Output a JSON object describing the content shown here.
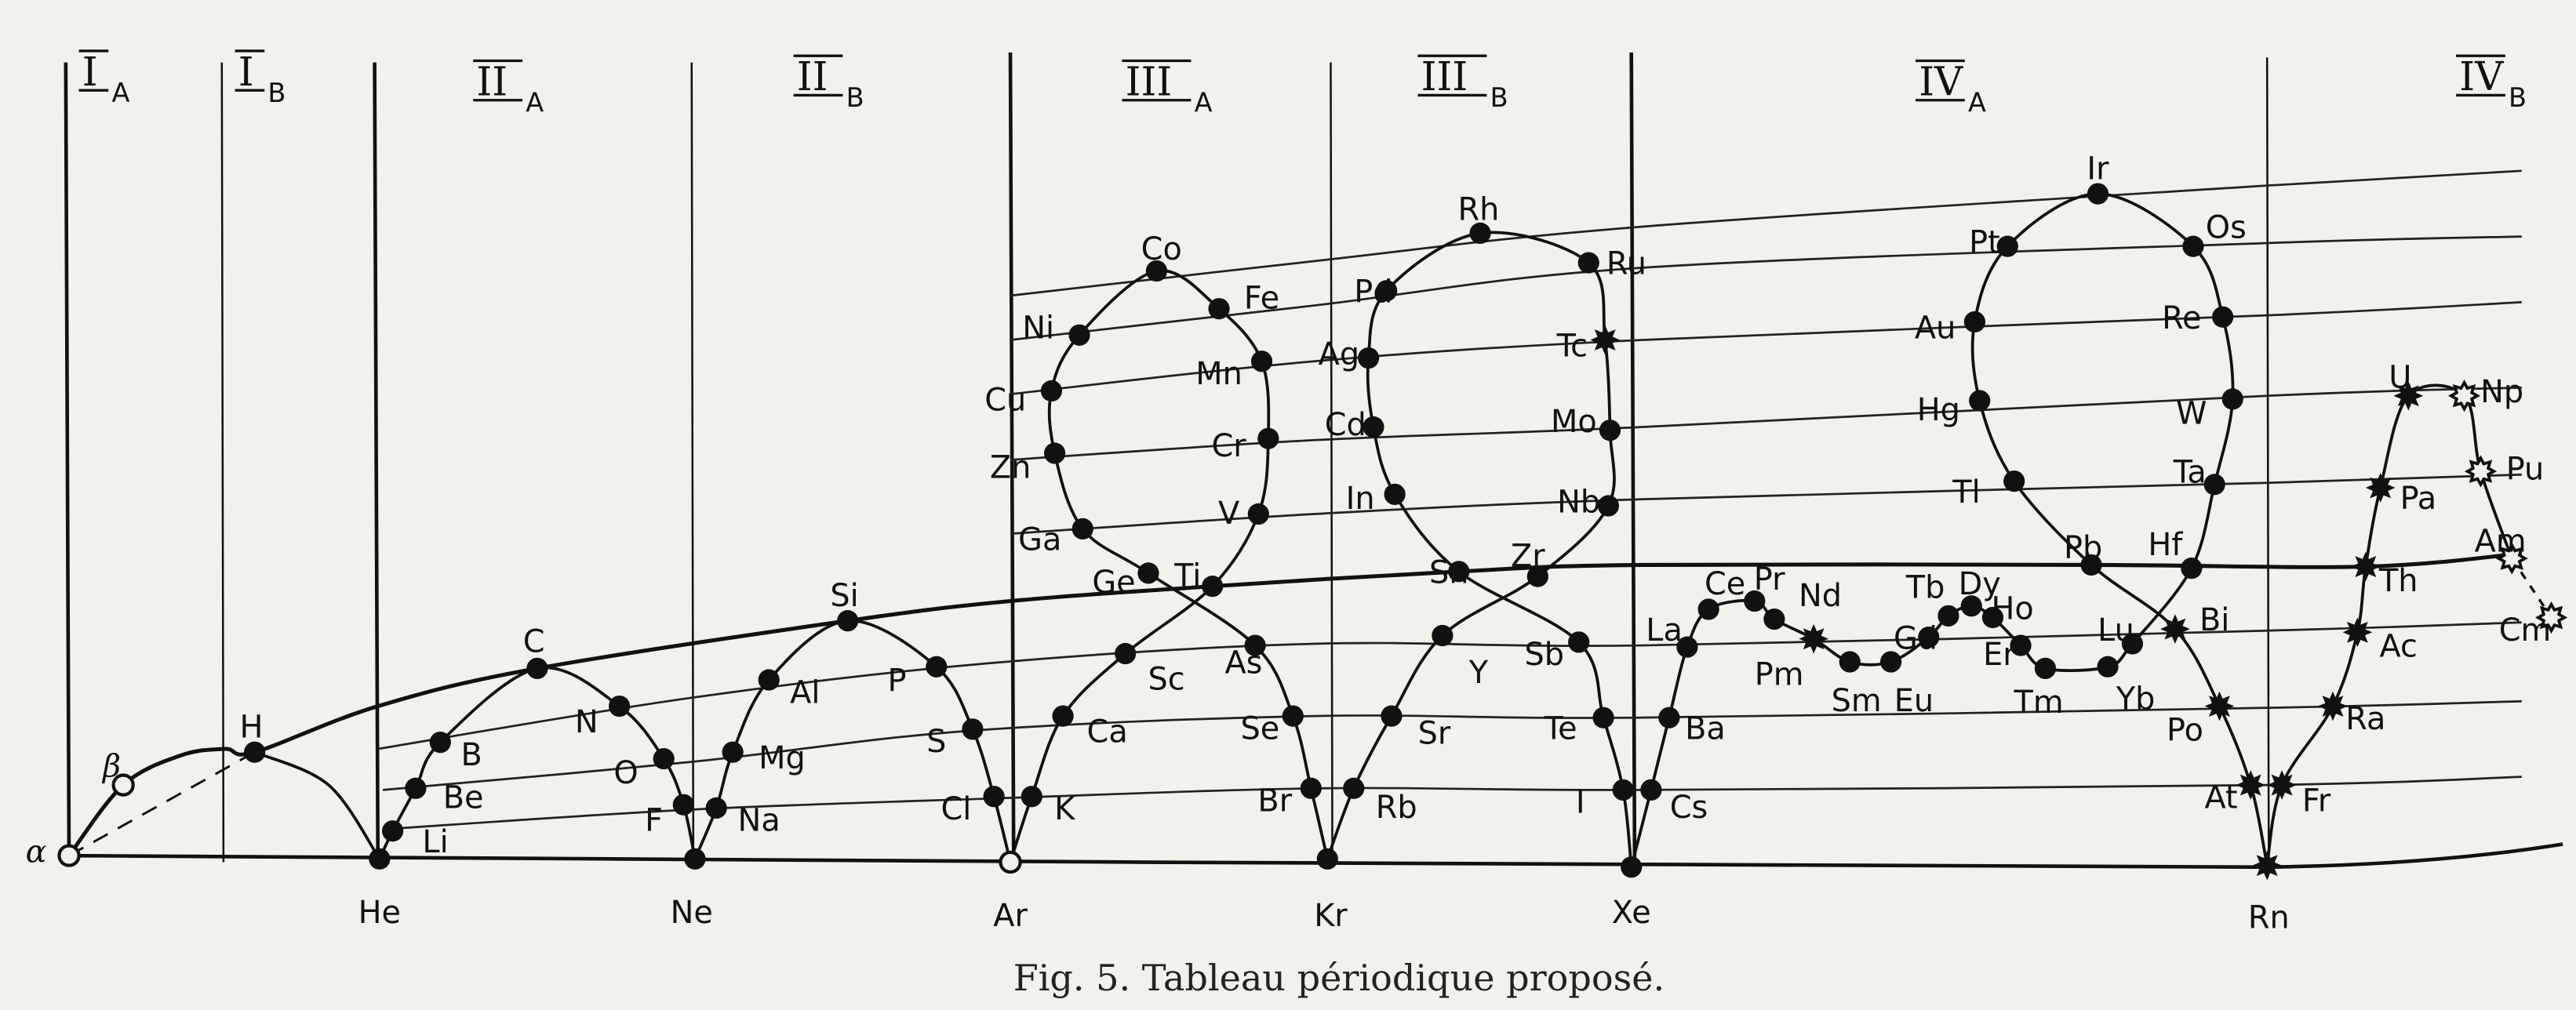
{
  "caption": "Fig. 5.    Tableau périodique proposé.",
  "groups": [
    {
      "numeral": "I",
      "sub": "A"
    },
    {
      "numeral": "I",
      "sub": "B"
    },
    {
      "numeral": "II",
      "sub": "A"
    },
    {
      "numeral": "II",
      "sub": "B"
    },
    {
      "numeral": "III",
      "sub": "A"
    },
    {
      "numeral": "III",
      "sub": "B"
    },
    {
      "numeral": "IV",
      "sub": "A"
    },
    {
      "numeral": "IV",
      "sub": "B"
    }
  ],
  "greek": [
    {
      "symbol": "α",
      "marker": "open"
    },
    {
      "symbol": "β",
      "marker": "open"
    }
  ],
  "elements": [
    {
      "symbol": "H",
      "marker": "filled"
    },
    {
      "symbol": "He",
      "marker": "filled"
    },
    {
      "symbol": "Li",
      "marker": "filled"
    },
    {
      "symbol": "Be",
      "marker": "filled"
    },
    {
      "symbol": "B",
      "marker": "filled"
    },
    {
      "symbol": "C",
      "marker": "filled"
    },
    {
      "symbol": "N",
      "marker": "filled"
    },
    {
      "symbol": "O",
      "marker": "filled"
    },
    {
      "symbol": "F",
      "marker": "filled"
    },
    {
      "symbol": "Ne",
      "marker": "filled"
    },
    {
      "symbol": "Na",
      "marker": "filled"
    },
    {
      "symbol": "Mg",
      "marker": "filled"
    },
    {
      "symbol": "Al",
      "marker": "filled"
    },
    {
      "symbol": "Si",
      "marker": "filled"
    },
    {
      "symbol": "P",
      "marker": "filled"
    },
    {
      "symbol": "S",
      "marker": "filled"
    },
    {
      "symbol": "Cl",
      "marker": "filled"
    },
    {
      "symbol": "Ar",
      "marker": "open"
    },
    {
      "symbol": "K",
      "marker": "filled"
    },
    {
      "symbol": "Ca",
      "marker": "filled"
    },
    {
      "symbol": "Sc",
      "marker": "filled"
    },
    {
      "symbol": "Ti",
      "marker": "filled"
    },
    {
      "symbol": "V",
      "marker": "filled"
    },
    {
      "symbol": "Cr",
      "marker": "filled"
    },
    {
      "symbol": "Mn",
      "marker": "filled"
    },
    {
      "symbol": "Fe",
      "marker": "filled"
    },
    {
      "symbol": "Co",
      "marker": "filled"
    },
    {
      "symbol": "Ni",
      "marker": "filled"
    },
    {
      "symbol": "Cu",
      "marker": "filled"
    },
    {
      "symbol": "Zn",
      "marker": "filled"
    },
    {
      "symbol": "Ga",
      "marker": "filled"
    },
    {
      "symbol": "Ge",
      "marker": "filled"
    },
    {
      "symbol": "As",
      "marker": "filled"
    },
    {
      "symbol": "Se",
      "marker": "filled"
    },
    {
      "symbol": "Br",
      "marker": "filled"
    },
    {
      "symbol": "Kr",
      "marker": "filled"
    },
    {
      "symbol": "Rb",
      "marker": "filled"
    },
    {
      "symbol": "Sr",
      "marker": "filled"
    },
    {
      "symbol": "Y",
      "marker": "filled"
    },
    {
      "symbol": "Zr",
      "marker": "filled"
    },
    {
      "symbol": "Nb",
      "marker": "filled"
    },
    {
      "symbol": "Mo",
      "marker": "filled"
    },
    {
      "symbol": "Tc",
      "marker": "star"
    },
    {
      "symbol": "Ru",
      "marker": "filled"
    },
    {
      "symbol": "Rh",
      "marker": "filled"
    },
    {
      "symbol": "Pd",
      "marker": "filled"
    },
    {
      "symbol": "Ag",
      "marker": "filled"
    },
    {
      "symbol": "Cd",
      "marker": "filled"
    },
    {
      "symbol": "In",
      "marker": "filled"
    },
    {
      "symbol": "Sn",
      "marker": "filled"
    },
    {
      "symbol": "Sb",
      "marker": "filled"
    },
    {
      "symbol": "Te",
      "marker": "filled"
    },
    {
      "symbol": "I",
      "marker": "filled"
    },
    {
      "symbol": "Xe",
      "marker": "filled"
    },
    {
      "symbol": "Cs",
      "marker": "filled"
    },
    {
      "symbol": "Ba",
      "marker": "filled"
    },
    {
      "symbol": "La",
      "marker": "filled"
    },
    {
      "symbol": "Ce",
      "marker": "filled"
    },
    {
      "symbol": "Pr",
      "marker": "filled"
    },
    {
      "symbol": "Nd",
      "marker": "filled"
    },
    {
      "symbol": "Pm",
      "marker": "star"
    },
    {
      "symbol": "Sm",
      "marker": "filled"
    },
    {
      "symbol": "Eu",
      "marker": "filled"
    },
    {
      "symbol": "Gd",
      "marker": "filled"
    },
    {
      "symbol": "Tb",
      "marker": "filled"
    },
    {
      "symbol": "Dy",
      "marker": "filled"
    },
    {
      "symbol": "Ho",
      "marker": "filled"
    },
    {
      "symbol": "Er",
      "marker": "filled"
    },
    {
      "symbol": "Tm",
      "marker": "filled"
    },
    {
      "symbol": "Yb",
      "marker": "filled"
    },
    {
      "symbol": "Lu",
      "marker": "filled"
    },
    {
      "symbol": "Hf",
      "marker": "filled"
    },
    {
      "symbol": "Ta",
      "marker": "filled"
    },
    {
      "symbol": "W",
      "marker": "filled"
    },
    {
      "symbol": "Re",
      "marker": "filled"
    },
    {
      "symbol": "Os",
      "marker": "filled"
    },
    {
      "symbol": "Ir",
      "marker": "filled"
    },
    {
      "symbol": "Pt",
      "marker": "filled"
    },
    {
      "symbol": "Au",
      "marker": "filled"
    },
    {
      "symbol": "Hg",
      "marker": "filled"
    },
    {
      "symbol": "Tl",
      "marker": "filled"
    },
    {
      "symbol": "Pb",
      "marker": "filled"
    },
    {
      "symbol": "Bi",
      "marker": "star"
    },
    {
      "symbol": "Po",
      "marker": "star"
    },
    {
      "symbol": "At",
      "marker": "star"
    },
    {
      "symbol": "Rn",
      "marker": "star"
    },
    {
      "symbol": "Fr",
      "marker": "star"
    },
    {
      "symbol": "Ra",
      "marker": "star"
    },
    {
      "symbol": "Ac",
      "marker": "star"
    },
    {
      "symbol": "Th",
      "marker": "star"
    },
    {
      "symbol": "Pa",
      "marker": "star"
    },
    {
      "symbol": "U",
      "marker": "star"
    },
    {
      "symbol": "Np",
      "marker": "open-star"
    },
    {
      "symbol": "Pu",
      "marker": "open-star"
    },
    {
      "symbol": "Am",
      "marker": "open-star"
    },
    {
      "symbol": "Cm",
      "marker": "open-star"
    }
  ]
}
